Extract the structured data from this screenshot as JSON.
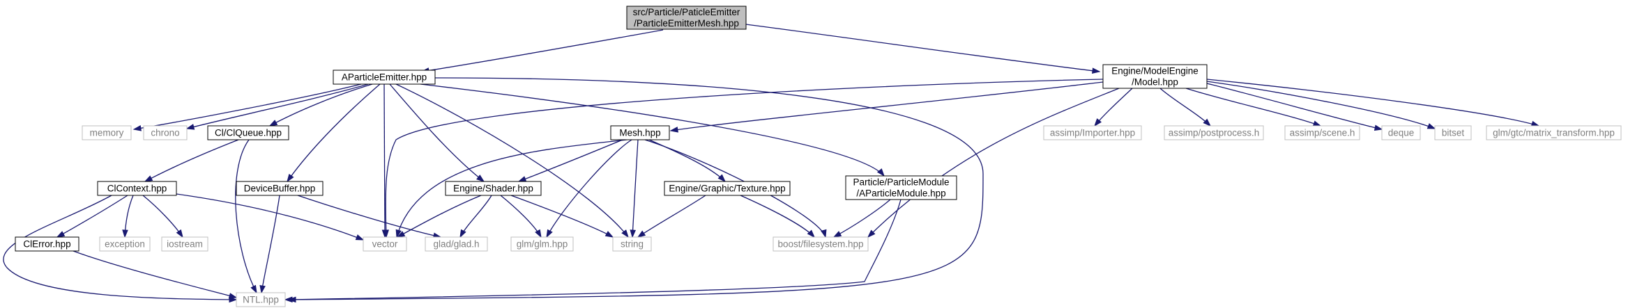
{
  "graph": {
    "colors": {
      "edge": "#191970",
      "node_border": "#000000",
      "external_border": "#bfbfbf",
      "external_text": "#7f7f7f",
      "root_fill": "#bfbfbf",
      "node_fill": "#ffffff"
    },
    "nodes": [
      {
        "id": "root",
        "lines": [
          "src/Particle/PaticleEmitter",
          "/ParticleEmitterMesh.hpp"
        ],
        "kind": "root"
      },
      {
        "id": "aemit",
        "lines": [
          "AParticleEmitter.hpp"
        ],
        "kind": "doc"
      },
      {
        "id": "model",
        "lines": [
          "Engine/ModelEngine",
          "/Model.hpp"
        ],
        "kind": "doc"
      },
      {
        "id": "memory",
        "lines": [
          "memory"
        ],
        "kind": "ext"
      },
      {
        "id": "chrono",
        "lines": [
          "chrono"
        ],
        "kind": "ext"
      },
      {
        "id": "clqueue",
        "lines": [
          "Cl/ClQueue.hpp"
        ],
        "kind": "doc"
      },
      {
        "id": "mesh",
        "lines": [
          "Mesh.hpp"
        ],
        "kind": "doc"
      },
      {
        "id": "importer",
        "lines": [
          "assimp/Importer.hpp"
        ],
        "kind": "ext"
      },
      {
        "id": "postproc",
        "lines": [
          "assimp/postprocess.h"
        ],
        "kind": "ext"
      },
      {
        "id": "scene",
        "lines": [
          "assimp/scene.h"
        ],
        "kind": "ext"
      },
      {
        "id": "deque",
        "lines": [
          "deque"
        ],
        "kind": "ext"
      },
      {
        "id": "bitset",
        "lines": [
          "bitset"
        ],
        "kind": "ext"
      },
      {
        "id": "glmmat",
        "lines": [
          "glm/gtc/matrix_transform.hpp"
        ],
        "kind": "ext"
      },
      {
        "id": "clcontext",
        "lines": [
          "ClContext.hpp"
        ],
        "kind": "doc"
      },
      {
        "id": "devbuf",
        "lines": [
          "DeviceBuffer.hpp"
        ],
        "kind": "doc"
      },
      {
        "id": "shader",
        "lines": [
          "Engine/Shader.hpp"
        ],
        "kind": "doc"
      },
      {
        "id": "texture",
        "lines": [
          "Engine/Graphic/Texture.hpp"
        ],
        "kind": "doc"
      },
      {
        "id": "apmod",
        "lines": [
          "Particle/ParticleModule",
          "/AParticleModule.hpp"
        ],
        "kind": "doc"
      },
      {
        "id": "clerror",
        "lines": [
          "ClError.hpp"
        ],
        "kind": "doc"
      },
      {
        "id": "exception",
        "lines": [
          "exception"
        ],
        "kind": "ext"
      },
      {
        "id": "iostream",
        "lines": [
          "iostream"
        ],
        "kind": "ext"
      },
      {
        "id": "vector",
        "lines": [
          "vector"
        ],
        "kind": "ext"
      },
      {
        "id": "glad",
        "lines": [
          "glad/glad.h"
        ],
        "kind": "ext"
      },
      {
        "id": "glm",
        "lines": [
          "glm/glm.hpp"
        ],
        "kind": "ext"
      },
      {
        "id": "string",
        "lines": [
          "string"
        ],
        "kind": "ext"
      },
      {
        "id": "boostfs",
        "lines": [
          "boost/filesystem.hpp"
        ],
        "kind": "ext"
      },
      {
        "id": "ntl",
        "lines": [
          "NTL.hpp"
        ],
        "kind": "ext"
      }
    ],
    "edges": [
      [
        "root",
        "aemit"
      ],
      [
        "root",
        "model"
      ],
      [
        "aemit",
        "memory"
      ],
      [
        "aemit",
        "chrono"
      ],
      [
        "aemit",
        "clqueue"
      ],
      [
        "aemit",
        "devbuf"
      ],
      [
        "aemit",
        "vector"
      ],
      [
        "aemit",
        "shader"
      ],
      [
        "aemit",
        "string"
      ],
      [
        "aemit",
        "apmod"
      ],
      [
        "aemit",
        "ntl"
      ],
      [
        "model",
        "vector"
      ],
      [
        "model",
        "mesh"
      ],
      [
        "model",
        "importer"
      ],
      [
        "model",
        "postproc"
      ],
      [
        "model",
        "scene"
      ],
      [
        "model",
        "deque"
      ],
      [
        "model",
        "bitset"
      ],
      [
        "model",
        "glmmat"
      ],
      [
        "model",
        "boostfs"
      ],
      [
        "clqueue",
        "clcontext"
      ],
      [
        "clqueue",
        "ntl"
      ],
      [
        "mesh",
        "vector"
      ],
      [
        "mesh",
        "shader"
      ],
      [
        "mesh",
        "texture"
      ],
      [
        "mesh",
        "glm"
      ],
      [
        "mesh",
        "string"
      ],
      [
        "mesh",
        "boostfs"
      ],
      [
        "clcontext",
        "clerror"
      ],
      [
        "clcontext",
        "exception"
      ],
      [
        "clcontext",
        "iostream"
      ],
      [
        "clcontext",
        "vector"
      ],
      [
        "clcontext",
        "ntl"
      ],
      [
        "devbuf",
        "glad"
      ],
      [
        "devbuf",
        "ntl"
      ],
      [
        "shader",
        "vector"
      ],
      [
        "shader",
        "glad"
      ],
      [
        "shader",
        "glm"
      ],
      [
        "shader",
        "string"
      ],
      [
        "texture",
        "string"
      ],
      [
        "texture",
        "boostfs"
      ],
      [
        "apmod",
        "boostfs"
      ],
      [
        "apmod",
        "ntl"
      ],
      [
        "clerror",
        "ntl"
      ]
    ]
  }
}
